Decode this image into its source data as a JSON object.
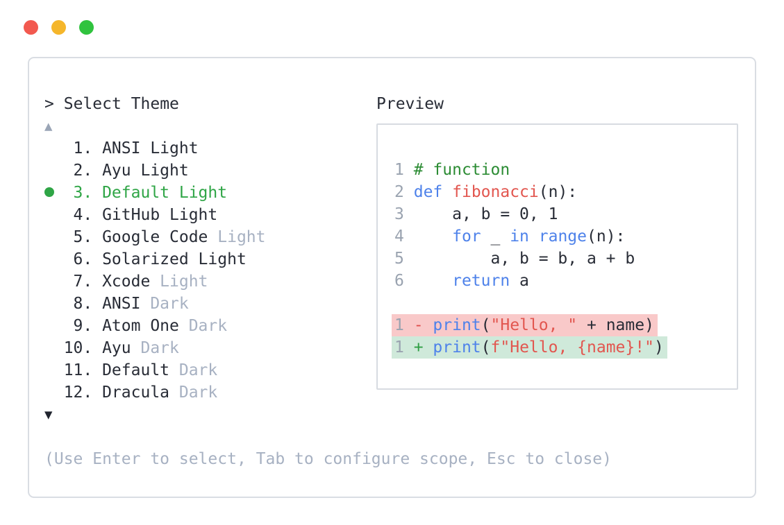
{
  "window": {
    "controls": [
      {
        "name": "close",
        "color": "#f2594f"
      },
      {
        "name": "minimize",
        "color": "#f5b62b"
      },
      {
        "name": "zoom",
        "color": "#30c33e"
      }
    ]
  },
  "prompt": {
    "caret": ">",
    "label": "Select Theme"
  },
  "scroll_indicators": {
    "up": "▲",
    "down": "▼"
  },
  "themes": [
    {
      "number": "1.",
      "name": "ANSI Light",
      "suffix": "",
      "selected": false
    },
    {
      "number": "2.",
      "name": "Ayu Light",
      "suffix": "",
      "selected": false
    },
    {
      "number": "3.",
      "name": "Default Light",
      "suffix": "",
      "selected": true
    },
    {
      "number": "4.",
      "name": "GitHub Light",
      "suffix": "",
      "selected": false
    },
    {
      "number": "5.",
      "name": "Google Code",
      "suffix": " Light",
      "selected": false
    },
    {
      "number": "6.",
      "name": "Solarized Light",
      "suffix": "",
      "selected": false
    },
    {
      "number": "7.",
      "name": "Xcode",
      "suffix": " Light",
      "selected": false
    },
    {
      "number": "8.",
      "name": "ANSI",
      "suffix": " Dark",
      "selected": false
    },
    {
      "number": "9.",
      "name": "Atom One",
      "suffix": " Dark",
      "selected": false
    },
    {
      "number": "10.",
      "name": "Ayu",
      "suffix": " Dark",
      "selected": false
    },
    {
      "number": "11.",
      "name": "Default",
      "suffix": " Dark",
      "selected": false
    },
    {
      "number": "12.",
      "name": "Dracula",
      "suffix": " Dark",
      "selected": false
    }
  ],
  "preview": {
    "title": "Preview",
    "lines": [
      {
        "num": "1",
        "tokens": [
          [
            "c",
            "# function"
          ]
        ]
      },
      {
        "num": "2",
        "tokens": [
          [
            "k",
            "def"
          ],
          [
            "p",
            " "
          ],
          [
            "r",
            "fibonacci"
          ],
          [
            "p",
            "(n):"
          ]
        ]
      },
      {
        "num": "3",
        "tokens": [
          [
            "p",
            "    a, b = 0, 1"
          ]
        ]
      },
      {
        "num": "4",
        "tokens": [
          [
            "p",
            "    "
          ],
          [
            "k",
            "for"
          ],
          [
            "p",
            " _ "
          ],
          [
            "k",
            "in"
          ],
          [
            "p",
            " "
          ],
          [
            "k",
            "range"
          ],
          [
            "p",
            "(n):"
          ]
        ]
      },
      {
        "num": "5",
        "tokens": [
          [
            "p",
            "        a, b = b, a + b"
          ]
        ]
      },
      {
        "num": "6",
        "tokens": [
          [
            "p",
            "    "
          ],
          [
            "k",
            "return"
          ],
          [
            "p",
            " a"
          ]
        ]
      },
      {
        "blank": true
      },
      {
        "num": "1",
        "bg": "del",
        "tokens": [
          [
            "d",
            "- "
          ],
          [
            "k",
            "print"
          ],
          [
            "p",
            "("
          ],
          [
            "r",
            "\"Hello, \""
          ],
          [
            "p",
            " + name)"
          ]
        ]
      },
      {
        "num": "1",
        "bg": "ins",
        "tokens": [
          [
            "i",
            "+ "
          ],
          [
            "k",
            "print"
          ],
          [
            "p",
            "("
          ],
          [
            "r",
            "f\"Hello, {name}!\""
          ],
          [
            "p",
            ")"
          ]
        ]
      }
    ]
  },
  "footer": {
    "hint": "(Use Enter to select, Tab to configure scope, Esc to close)"
  },
  "colors": {
    "selected_green": "#2fa546",
    "keyword_blue": "#4e82ea",
    "string_red": "#e2564f",
    "comment_green": "#2c8c34",
    "muted_gray": "#a7b1c2",
    "line_number_gray": "#9aa3b0",
    "diff_removed_bg": "#f9c9c9",
    "diff_added_bg": "#cfe9da",
    "panel_border": "#d9dde3",
    "text_dark": "#282c36",
    "scroll_up_gray": "#9aa5b6",
    "scroll_down_dark": "#20242e"
  }
}
